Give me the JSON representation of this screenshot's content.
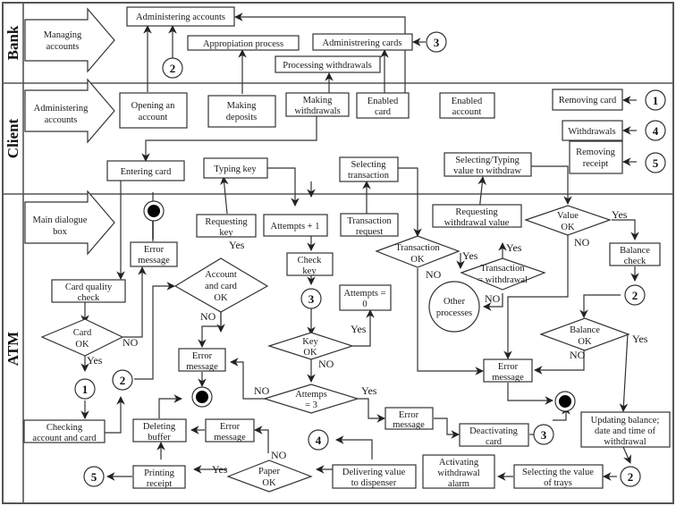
{
  "lanes": [
    "Bank",
    "Client",
    "ATM"
  ],
  "colors": {
    "line": "#333333",
    "background": "#ffffff",
    "terminal": "#000000"
  },
  "banners": {
    "bank": [
      "Managing",
      "accounts"
    ],
    "client": [
      "Administering",
      "accounts"
    ],
    "atm": [
      "Main dialogue",
      "box"
    ]
  },
  "bank": {
    "administering_accounts": [
      "Administering accounts"
    ],
    "appropiation_process": [
      "Appropiation process"
    ],
    "administering_cards": [
      "Administrering cards"
    ],
    "processing_withdrawals": [
      "Processing withdrawals"
    ]
  },
  "client": {
    "opening_account": [
      "Opening an",
      "account"
    ],
    "making_deposits": [
      "Making",
      "deposits"
    ],
    "making_withdrawals": [
      "Making",
      "withdrawals"
    ],
    "enabled_card": [
      "Enabled",
      "card"
    ],
    "enabled_account": [
      "Enabled",
      "account"
    ],
    "removing_card": [
      "Removing card"
    ],
    "withdrawals": [
      "Withdrawals"
    ],
    "removing_receipt": [
      "Removing",
      "receipt"
    ],
    "entering_card": [
      "Entering card"
    ],
    "typing_key": [
      "Typing key"
    ],
    "selecting_transaction": [
      "Selecting",
      "transaction"
    ],
    "selecting_value": [
      "Selecting/Typing",
      "value to withdraw"
    ]
  },
  "atm": {
    "card_quality_check": [
      "Card quality",
      "check"
    ],
    "card_ok": [
      "Card",
      "OK"
    ],
    "error_message": [
      "Error",
      "message"
    ],
    "account_card_ok": [
      "Account",
      "and card",
      "OK"
    ],
    "requesting_key": [
      "Requesting",
      "key"
    ],
    "attempts_plus": [
      "Attempts + 1"
    ],
    "check_key": [
      "Check",
      "key"
    ],
    "key_ok": [
      "Key",
      "OK"
    ],
    "attempts_zero": [
      "Attempts =",
      "0"
    ],
    "transaction_request": [
      "Transaction",
      "request"
    ],
    "transaction_ok": [
      "Transaction",
      "OK"
    ],
    "transaction_withdrawal": [
      "Transaction",
      "= withdrawal"
    ],
    "requesting_withdrawal_value": [
      "Requesting",
      "withdrawal value"
    ],
    "other_processes": [
      "Other",
      "processes"
    ],
    "value_ok": [
      "Value",
      "OK"
    ],
    "balance_check": [
      "Balance",
      "check"
    ],
    "balance_ok": [
      "Balance",
      "OK"
    ],
    "attempts_3": [
      "Attemps",
      "= 3"
    ],
    "deactivating_card": [
      "Deactivating",
      "card"
    ],
    "updating_balance": [
      "Updating balance;",
      "date and time of",
      "withdrawal"
    ],
    "checking_account": [
      "Checking",
      "account and card"
    ],
    "deleting_buffer": [
      "Deleting",
      "buffer"
    ],
    "printing_receipt": [
      "Printing",
      "receipt"
    ],
    "paper_ok": [
      "Paper",
      "OK"
    ],
    "delivering_value": [
      "Delivering value",
      "to dispenser"
    ],
    "activating_alarm": [
      "Activating",
      "withdrawal",
      "alarm"
    ],
    "selecting_trays": [
      "Selecting the value",
      "of trays"
    ]
  },
  "connectors": {
    "c1": "1",
    "c2": "2",
    "c3": "3",
    "c4": "4",
    "c5": "5"
  },
  "labels": {
    "yes": "Yes",
    "no": "NO"
  }
}
